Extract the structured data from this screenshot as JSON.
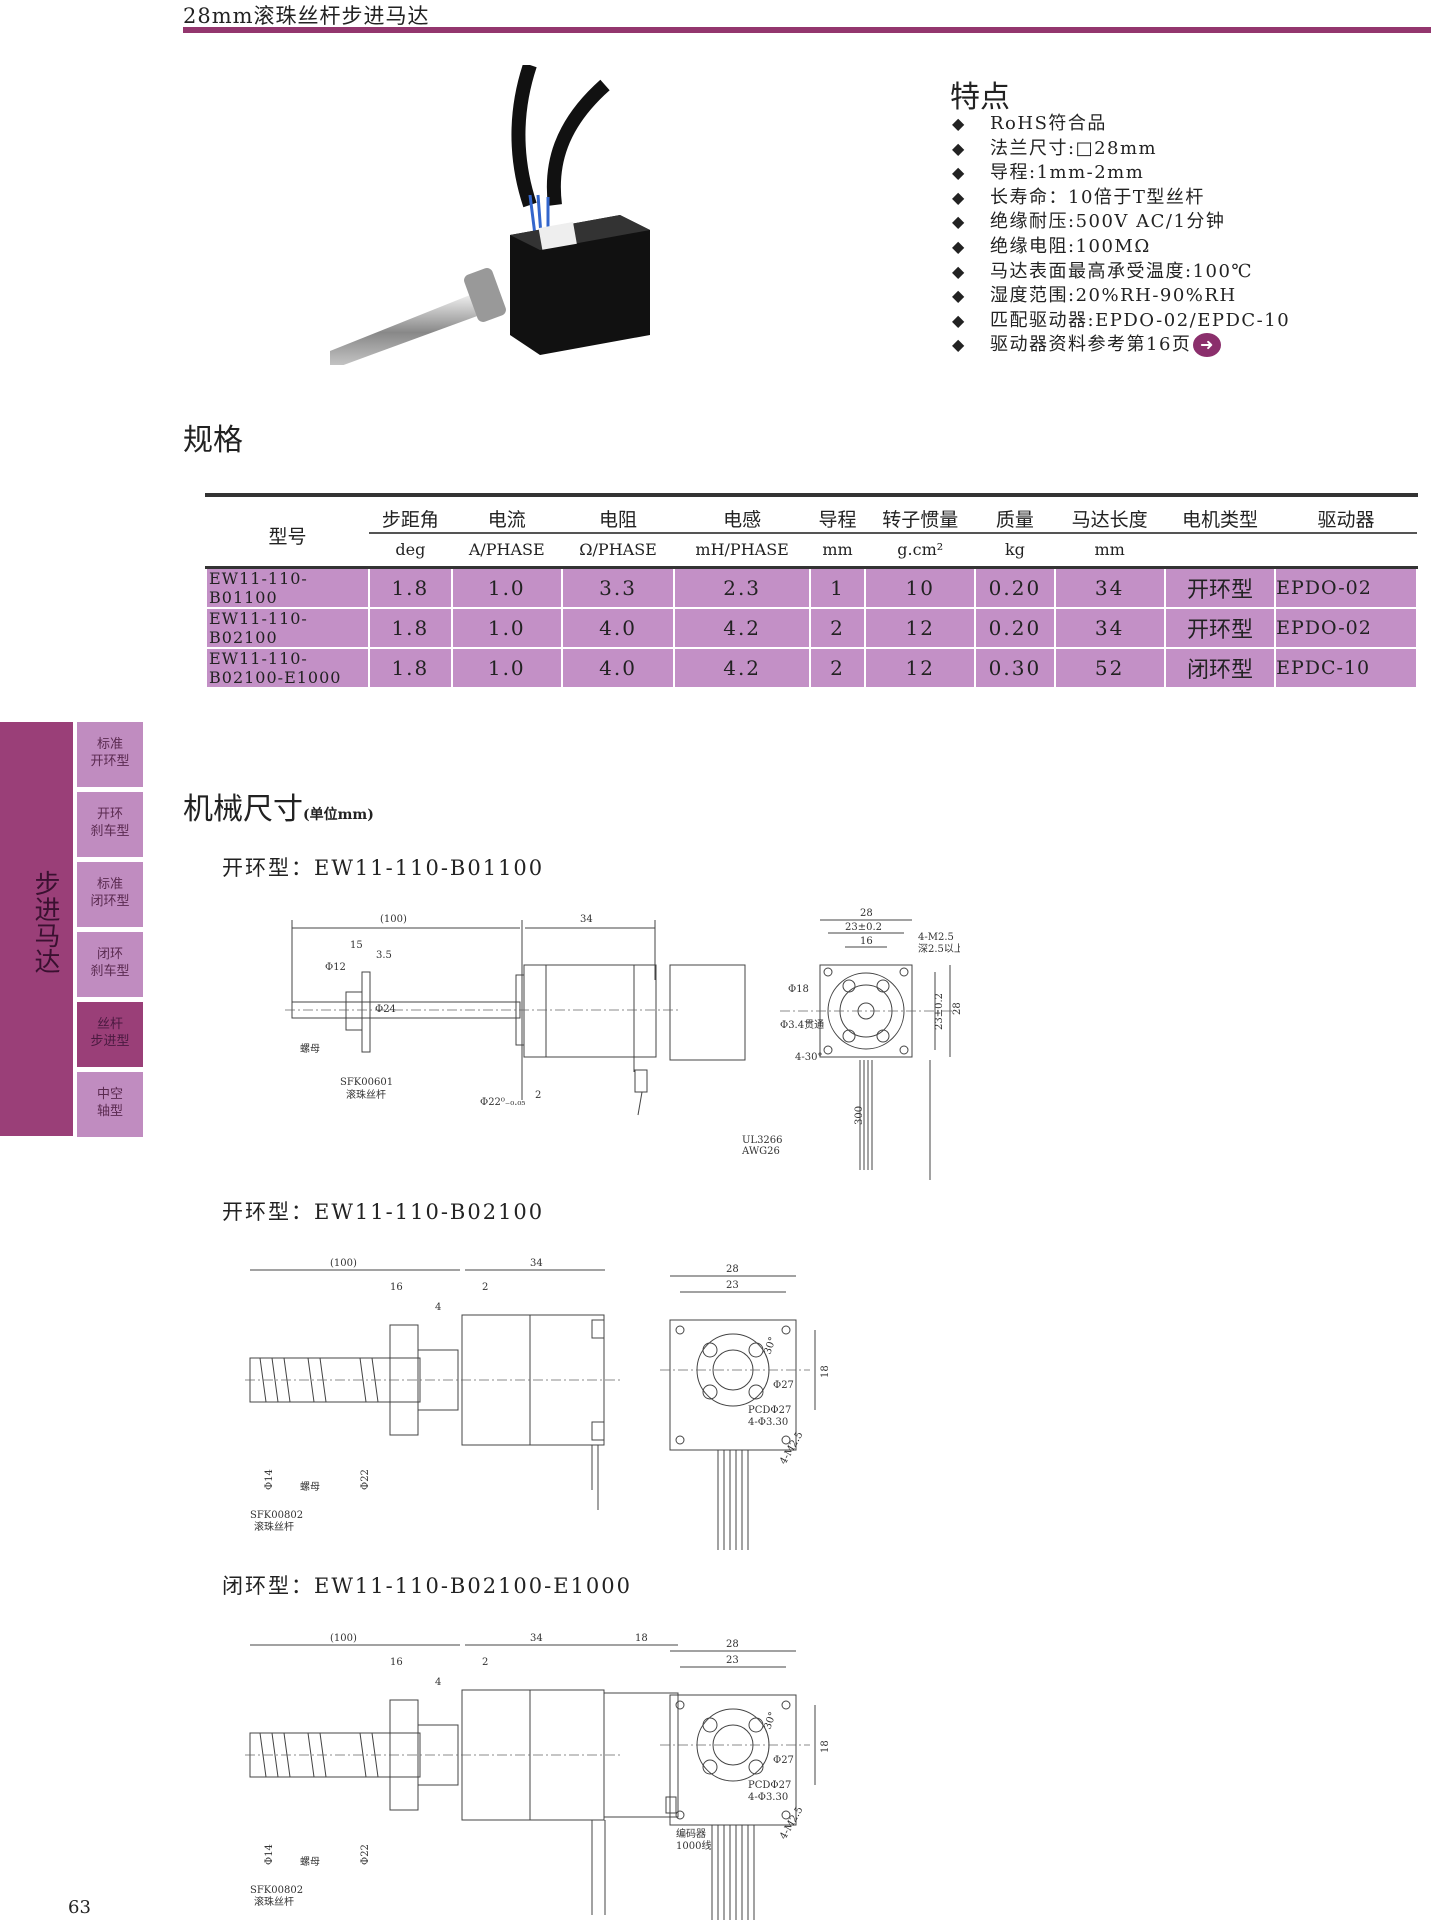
{
  "header": {
    "title": "28mm滚珠丝杆步进马达"
  },
  "features": {
    "title": "特点",
    "bullet": "◆",
    "items": [
      "RoHS符合品",
      "法兰尺寸:□28mm",
      "导程:1mm-2mm",
      "长寿命：10倍于T型丝杆",
      "绝缘耐压:500V AC/1分钟",
      "绝缘电阻:100MΩ",
      "马达表面最高承受温度:100℃",
      "湿度范围:20%RH-90%RH",
      "匹配驱动器:EPDO-02/EPDC-10",
      "驱动器资料参考第16页"
    ],
    "arrow": "➜"
  },
  "specs": {
    "title": "规格",
    "headers": [
      "型号",
      "步距角",
      "电流",
      "电阻",
      "电感",
      "导程",
      "转子惯量",
      "质量",
      "马达长度",
      "电机类型",
      "驱动器"
    ],
    "units": [
      "deg",
      "A/PHASE",
      "Ω/PHASE",
      "mH/PHASE",
      "mm",
      "g.cm²",
      "kg",
      "mm"
    ],
    "rows": [
      [
        "EW11-110-B01100",
        "1.8",
        "1.0",
        "3.3",
        "2.3",
        "1",
        "10",
        "0.20",
        "34",
        "开环型",
        "EPDO-02"
      ],
      [
        "EW11-110-B02100",
        "1.8",
        "1.0",
        "4.0",
        "4.2",
        "2",
        "12",
        "0.20",
        "34",
        "开环型",
        "EPDO-02"
      ],
      [
        "EW11-110-B02100-E1000",
        "1.8",
        "1.0",
        "4.0",
        "4.2",
        "2",
        "12",
        "0.30",
        "52",
        "闭环型",
        "EPDC-10"
      ]
    ]
  },
  "sidebar": {
    "main": "步进马达",
    "tabs": [
      "标准\n开环型",
      "开环\n刹车型",
      "标准\n闭环型",
      "闭环\n刹车型",
      "丝杆\n步进型",
      "中空\n轴型"
    ],
    "active": 4
  },
  "mechanical": {
    "title": "机械尺寸",
    "unit": "(单位mm)",
    "drawings": [
      {
        "title": "开环型：EW11-110-B01100",
        "labels": {
          "len": "(100)",
          "motor": "34",
          "nut": "15",
          "flange": "3.5",
          "d12": "Φ12",
          "d24": "Φ24",
          "d22": "Φ22⁰₋₀.₀₅",
          "boss": "2",
          "nut_label": "螺母",
          "screw_code": "SFK00601",
          "screw_name": "滚珠丝杆",
          "w28": "28",
          "w23": "23±0.2",
          "w16": "16",
          "holes": "4-M2.5",
          "depth": "深2.5以上",
          "d18": "Φ18",
          "thru": "Φ3.4贯通",
          "ang": "4-30°",
          "h23": "23±0.2",
          "h28": "28",
          "cable": "UL3266",
          "awg": "AWG26",
          "clen": "300"
        }
      },
      {
        "title": "开环型：EW11-110-B02100",
        "labels": {
          "len": "(100)",
          "motor": "34",
          "nut": "16",
          "boss": "2",
          "fl": "4",
          "d14": "Φ14",
          "nut_label": "螺母",
          "d22": "Φ22",
          "screw_code": "SFK00802",
          "screw_name": "滚珠丝杆",
          "w28": "28",
          "w23": "23",
          "h18": "18",
          "ang": "30°",
          "d27": "Φ27",
          "pcd": "PCDΦ27",
          "holes2": "4-Φ3.30",
          "holes": "4-M2.5"
        }
      },
      {
        "title": "闭环型：EW11-110-B02100-E1000",
        "labels": {
          "len": "(100)",
          "motor": "34",
          "enc": "18",
          "nut": "16",
          "boss": "2",
          "fl": "4",
          "d14": "Φ14",
          "nut_label": "螺母",
          "d22": "Φ22",
          "screw_code": "SFK00802",
          "screw_name": "滚珠丝杆",
          "encoder": "编码器",
          "lines": "1000线",
          "w28": "28",
          "w23": "23",
          "h18": "18",
          "ang": "30°",
          "d27": "Φ27",
          "pcd": "PCDΦ27",
          "holes2": "4-Φ3.30",
          "holes": "4-M2.5"
        }
      }
    ]
  },
  "page_number": "63",
  "colors": {
    "accent": "#93366e",
    "row": "#c390c6",
    "tab": "#c08cc0"
  }
}
